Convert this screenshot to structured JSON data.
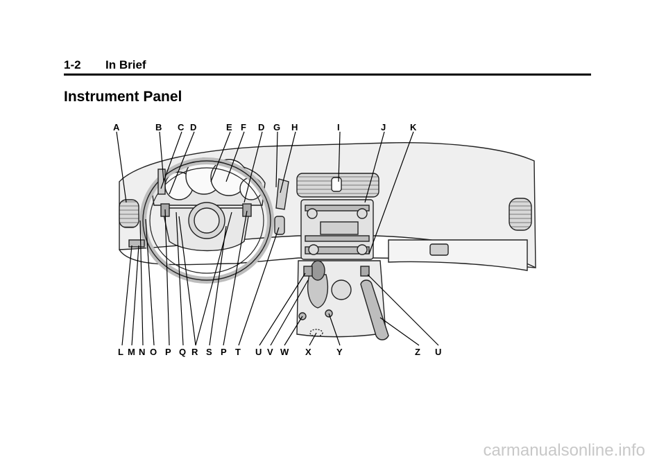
{
  "header": {
    "page_number": "1-2",
    "section": "In Brief"
  },
  "title": "Instrument Panel",
  "callouts_top": [
    "A",
    "B",
    "C",
    "D",
    "E",
    "F",
    "D",
    "G",
    "H",
    "I",
    "J",
    "K"
  ],
  "callouts_bottom": [
    "L",
    "M",
    "N",
    "O",
    "P",
    "Q",
    "R",
    "S",
    "P",
    "T",
    "U",
    "V",
    "W",
    "X",
    "Y",
    "Z",
    "U"
  ],
  "watermark": "carmanualsonline.info"
}
